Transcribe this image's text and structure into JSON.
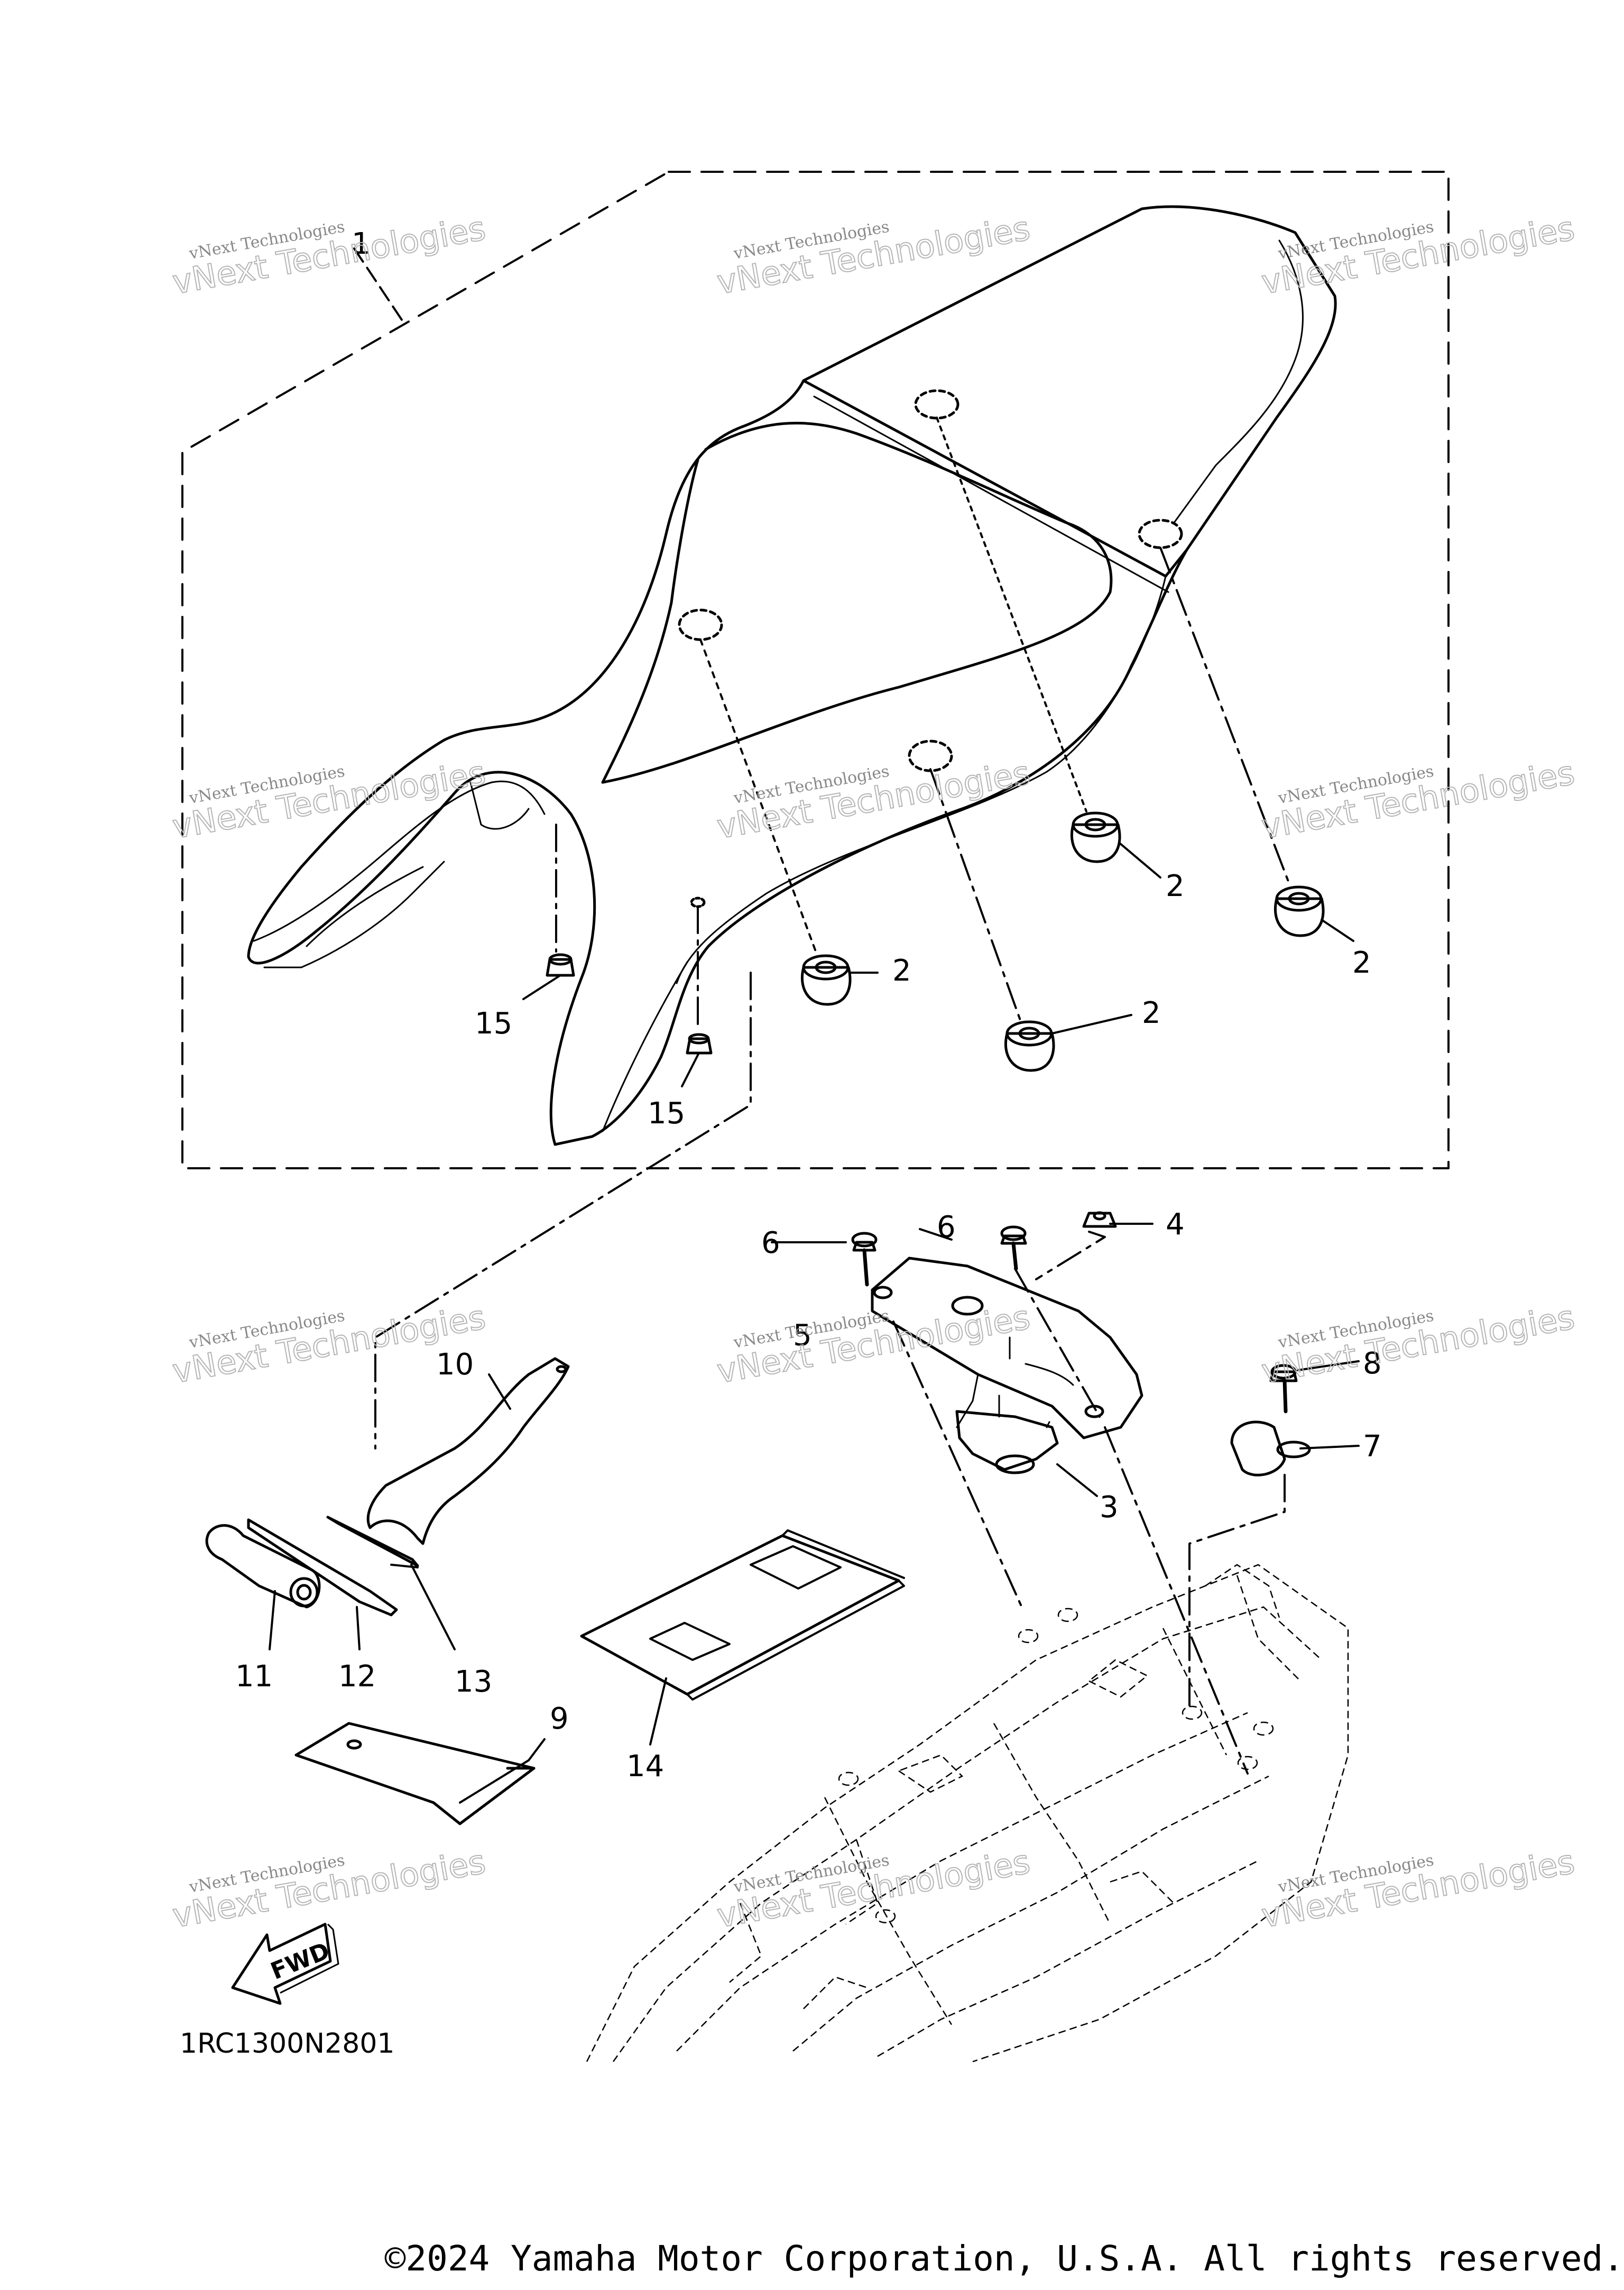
{
  "diagram": {
    "code": "1RC1300N2801",
    "copyright": "©2024 Yamaha Motor Corporation, U.S.A. All rights reserved.",
    "fwd_label": "FWD",
    "watermark_small": "vNext Technologies",
    "watermark_big": "vNext Technologies"
  },
  "callouts": {
    "c1": "1",
    "c2a": "2",
    "c2b": "2",
    "c2c": "2",
    "c2d": "2",
    "c3": "3",
    "c4": "4",
    "c5": "5",
    "c6a": "6",
    "c6b": "6",
    "c7": "7",
    "c8": "8",
    "c9": "9",
    "c10": "10",
    "c11": "11",
    "c12": "12",
    "c13": "13",
    "c14": "14",
    "c15a": "15",
    "c15b": "15"
  },
  "colors": {
    "line": "#000000",
    "watermark": "#b5b5b5"
  }
}
